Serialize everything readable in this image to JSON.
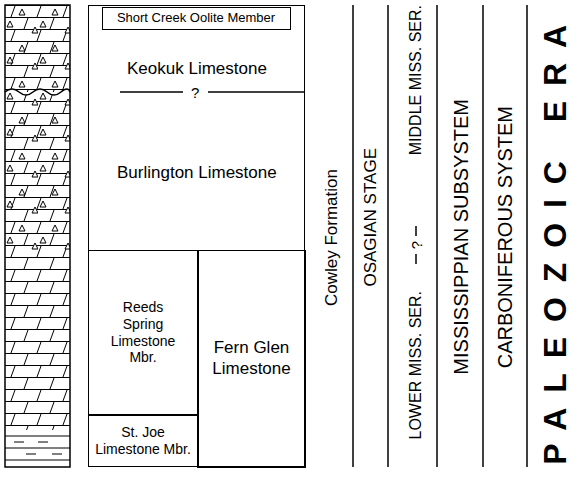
{
  "diagram": {
    "nodes": [
      {
        "text": [
          "Cowley Formation"
        ]
      },
      {
        "text": [
          "Short Creek Oolite Member"
        ],
        "in": 0
      },
      {
        "text": [
          "Reeds Spring Limestone Mbr."
        ],
        "in": 0
      },
      {
        "text": [
          "St. Joe Limestone Mbr."
        ],
        "in": 0
      },
      {
        "text": [
          "Fern Glen Limestone"
        ],
        "in": 0
      }
    ],
    "labels": [
      "Keokuk Limestone",
      "?",
      "Burlington Limestone",
      "OSAGIAN STAGE",
      "MIDDLE MISS. SER.",
      "?",
      "LOWER MISS. SER.",
      "MISSISSIPPIAN SUBSYSTEM",
      "CARBONIFEROUS SYSTEM",
      "PALEOZOIC ERA"
    ]
  }
}
